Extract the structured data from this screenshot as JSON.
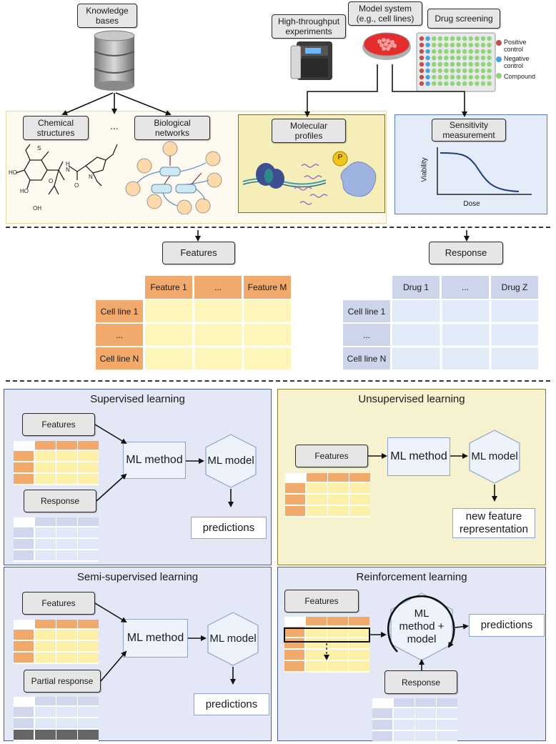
{
  "sources": {
    "knowledge_bases": "Knowledge bases",
    "high_throughput": "High-throughput experiments",
    "model_system": "Model system (e.g., cell lines)",
    "drug_screening": "Drug screening",
    "legend": {
      "positive": "Positive control",
      "negative": "Negative control",
      "compound": "Compound"
    },
    "colors": {
      "positive": "#c0504d",
      "negative": "#4aa3d8",
      "compound": "#8fd47a"
    }
  },
  "data_types": {
    "chemical": "Chemical structures",
    "ellipsis": "...",
    "biological": "Biological networks",
    "molecular": "Molecular profiles",
    "sensitivity": "Sensitivity measurement",
    "viability_axis": "Viability",
    "dose_axis": "Dose",
    "phospho": "P"
  },
  "features_matrix": {
    "label": "Features",
    "columns": [
      "Feature 1",
      "...",
      "Feature M"
    ],
    "rows": [
      "Cell line 1",
      "...",
      "Cell line N"
    ]
  },
  "response_matrix": {
    "label": "Response",
    "columns": [
      "Drug 1",
      "...",
      "Drug Z"
    ],
    "rows": [
      "Cell line 1",
      "...",
      "Cell line N"
    ]
  },
  "panels": {
    "supervised": {
      "title": "Supervised learning",
      "features": "Features",
      "response": "Response",
      "method": "ML method",
      "model": "ML model",
      "output": "predictions"
    },
    "unsupervised": {
      "title": "Unsupervised learning",
      "features": "Features",
      "method": "ML method",
      "model": "ML model",
      "output": "new feature representation"
    },
    "semi": {
      "title": "Semi-supervised learning",
      "features": "Features",
      "response": "Partial response",
      "method": "ML method",
      "model": "ML model",
      "output": "predictions"
    },
    "reinforcement": {
      "title": "Reinforcement learning",
      "features": "Features",
      "response": "Response",
      "method": "ML method + model",
      "output": "predictions"
    }
  }
}
